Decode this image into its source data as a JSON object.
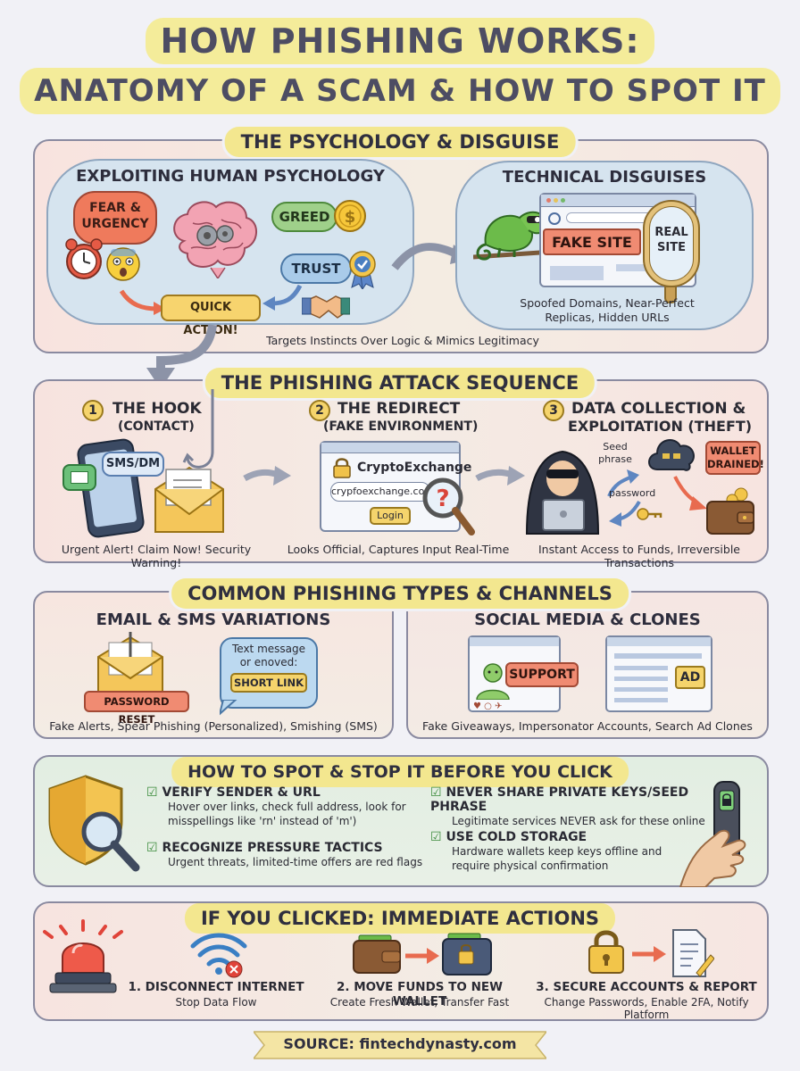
{
  "title": {
    "line1": "HOW PHISHING WORKS:",
    "line2": "ANATOMY OF A SCAM & HOW TO SPOT IT"
  },
  "psychology": {
    "banner": "THE PSYCHOLOGY & DISGUISE",
    "left_heading": "EXPLOITING HUMAN PSYCHOLOGY",
    "fear": "FEAR & URGENCY",
    "greed": "GREED",
    "trust": "TRUST",
    "quick_action": "QUICK ACTION!",
    "right_heading": "TECHNICAL DISGUISES",
    "fake_site": "FAKE SITE",
    "real_site": "REAL SITE",
    "right_caption": "Spoofed Domains, Near-Perfect Replicas, Hidden URLs",
    "footer": "Targets Instincts Over Logic & Mimics Legitimacy"
  },
  "sequence": {
    "banner": "THE PHISHING ATTACK SEQUENCE",
    "steps": [
      {
        "num": "1",
        "title": "THE HOOK",
        "sub": "(CONTACT)",
        "caption": "Urgent Alert! Claim Now! Security Warning!"
      },
      {
        "num": "2",
        "title": "THE REDIRECT",
        "sub": "(FAKE ENVIRONMENT)",
        "caption": "Looks Official, Captures Input Real-Time"
      },
      {
        "num": "3",
        "title": "DATA COLLECTION &",
        "sub": "EXPLOITATION (THEFT)",
        "caption": "Instant Access to Funds, Irreversible Transactions"
      }
    ],
    "sms_label": "SMS/DM",
    "site_name": "CryptoExchange",
    "fake_url": "crypfoexchange.com",
    "login": "Login",
    "seed_label": "Seed phrase",
    "password_label": "password",
    "wallet_label": "WALLET DRAINED!"
  },
  "types": {
    "banner": "COMMON PHISHING TYPES & CHANNELS",
    "left_heading": "EMAIL & SMS VARIATIONS",
    "password_reset": "PASSWORD RESET",
    "text_msg": "Text message or enoved:",
    "short_link": "SHORT LINK",
    "left_caption": "Fake Alerts, Spear Phishing (Personalized), Smishing (SMS)",
    "right_heading": "SOCIAL MEDIA & CLONES",
    "support": "SUPPORT",
    "ad": "AD",
    "right_caption": "Fake Giveaways, Impersonator Accounts, Search Ad Clones"
  },
  "spot": {
    "banner": "HOW TO SPOT & STOP IT BEFORE YOU CLICK",
    "tips": [
      {
        "title": "VERIFY SENDER & URL",
        "body1": "Hover over links, check full address, look for",
        "body2": "misspellings like 'rn' instead of 'm')"
      },
      {
        "title": "RECOGNIZE PRESSURE TACTICS",
        "body1": "Urgent threats, limited-time offers are red flags",
        "body2": ""
      },
      {
        "title": "NEVER SHARE PRIVATE KEYS/SEED PHRASE",
        "body1": "Legitimate services NEVER ask for these online",
        "body2": ""
      },
      {
        "title": "USE COLD STORAGE",
        "body1": "Hardware wallets keep keys offline and",
        "body2": "require physical confirmation"
      }
    ]
  },
  "actions": {
    "banner": "IF YOU CLICKED: IMMEDIATE ACTIONS",
    "items": [
      {
        "title": "1. DISCONNECT INTERNET",
        "sub": "Stop Data Flow"
      },
      {
        "title": "2. MOVE FUNDS TO NEW WALLET",
        "sub": "Create Fresh Wallet, Transfer Fast"
      },
      {
        "title": "3. SECURE ACCOUNTS & REPORT",
        "sub": "Change Passwords, Enable 2FA, Notify Platform"
      }
    ]
  },
  "source": "SOURCE: fintechdynasty.com",
  "colors": {
    "banner": "#f3e78f",
    "panel_pink": "#f9e6e0",
    "panel_blue": "#dde9f3",
    "check_green": "#3a8a3a",
    "alert_red": "#e05a4a"
  }
}
